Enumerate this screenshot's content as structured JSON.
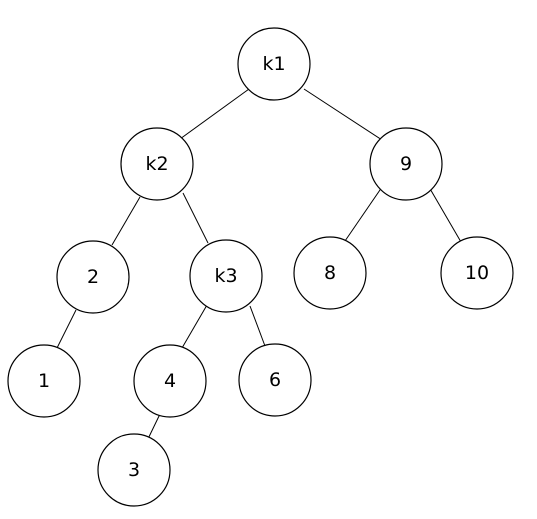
{
  "tree": {
    "nodes": [
      {
        "id": "k1",
        "label": "k1"
      },
      {
        "id": "k2",
        "label": "k2"
      },
      {
        "id": "n9",
        "label": "9"
      },
      {
        "id": "n2",
        "label": "2"
      },
      {
        "id": "k3",
        "label": "k3"
      },
      {
        "id": "n8",
        "label": "8"
      },
      {
        "id": "n10",
        "label": "10"
      },
      {
        "id": "n1",
        "label": "1"
      },
      {
        "id": "n4",
        "label": "4"
      },
      {
        "id": "n6",
        "label": "6"
      },
      {
        "id": "n3",
        "label": "3"
      }
    ],
    "edges": [
      [
        "k1",
        "k2"
      ],
      [
        "k1",
        "n9"
      ],
      [
        "k2",
        "n2"
      ],
      [
        "k2",
        "k3"
      ],
      [
        "n9",
        "n8"
      ],
      [
        "n9",
        "n10"
      ],
      [
        "n2",
        "n1"
      ],
      [
        "k3",
        "n4"
      ],
      [
        "k3",
        "n6"
      ],
      [
        "n4",
        "n3"
      ]
    ]
  }
}
